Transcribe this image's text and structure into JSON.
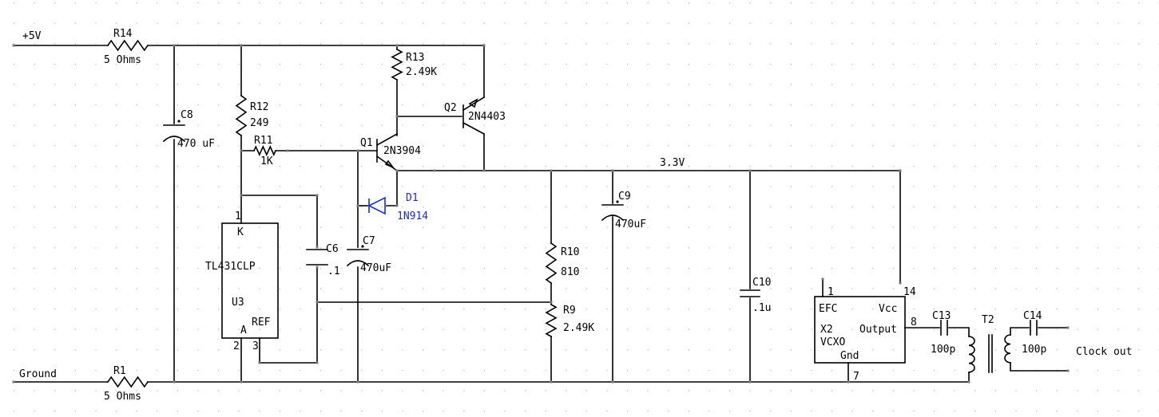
{
  "nets": {
    "supply": "+5V",
    "ground": "Ground",
    "rail": "3.3V",
    "output": "Clock out"
  },
  "components": {
    "R14": {
      "ref": "R14",
      "value": "5 Ohms"
    },
    "R1": {
      "ref": "R1",
      "value": "5 Ohms"
    },
    "C8": {
      "ref": "C8",
      "value": "470 uF"
    },
    "R12": {
      "ref": "R12",
      "value": "249"
    },
    "R11": {
      "ref": "R11",
      "value": "1K"
    },
    "R13": {
      "ref": "R13",
      "value": "2.49K"
    },
    "Q1": {
      "ref": "Q1",
      "value": "2N3904"
    },
    "Q2": {
      "ref": "Q2",
      "value": "2N4403"
    },
    "D1": {
      "ref": "D1",
      "value": "1N914"
    },
    "C7": {
      "ref": "C7",
      "value": "470uF"
    },
    "C6": {
      "ref": "C6",
      "value": ".1"
    },
    "U3": {
      "ref": "U3",
      "value": "TL431CLP",
      "pin_k": "K",
      "pin_a": "A",
      "pin_ref": "REF",
      "pin1": "1",
      "pin2": "2",
      "pin3": "3"
    },
    "R10": {
      "ref": "R10",
      "value": "810"
    },
    "R9": {
      "ref": "R9",
      "value": "2.49K"
    },
    "C9": {
      "ref": "C9",
      "value": "470uF"
    },
    "C10": {
      "ref": "C10",
      "value": ".1u"
    },
    "X2": {
      "ref": "X2",
      "value": "VCXO",
      "pin_efc": "EFC",
      "pin_vcc": "Vcc",
      "pin_out": "Output",
      "pin_gnd": "Gnd",
      "pin1": "1",
      "pin14": "14",
      "pin8": "8",
      "pin7": "7"
    },
    "C13": {
      "ref": "C13",
      "value": "100p"
    },
    "T2": {
      "ref": "T2"
    },
    "C14": {
      "ref": "C14",
      "value": "100p"
    }
  },
  "colors": {
    "wire": "#000000",
    "diode": "#1a2ccf",
    "grid": "#b4b4b4"
  }
}
